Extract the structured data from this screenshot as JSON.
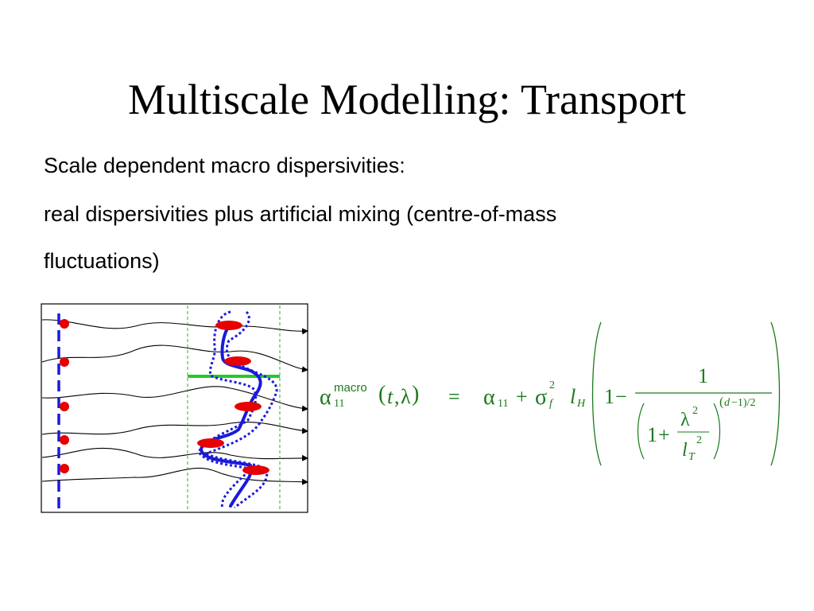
{
  "slide": {
    "title": "Multiscale Modelling: Transport",
    "lines": [
      "Scale dependent macro dispersivities:",
      "real dispersivities plus artificial mixing (centre-of-mass",
      "fluctuations)"
    ]
  },
  "formula": {
    "lhs_symbol": "α",
    "lhs_superscript": "macro",
    "lhs_subscript": "11",
    "lhs_args_open": "(",
    "lhs_arg_t": "t",
    "lhs_arg_comma": ",",
    "lhs_arg_lambda": "λ",
    "lhs_args_close": ")",
    "equals": "=",
    "rhs_alpha": "α",
    "rhs_alpha_sub": "11",
    "plus": "+",
    "sigma": "σ",
    "sigma_sup": "2",
    "sigma_sub": "f",
    "l": "l",
    "l_sub": "H",
    "one": "1",
    "minus": "−",
    "numerator": "1",
    "inner_one": "1",
    "inner_plus": "+",
    "lambda": "λ",
    "lambda_sup": "2",
    "lt": "l",
    "lt_sub": "T",
    "lt_sup": "2",
    "exponent_open": "(",
    "exponent_d": "d",
    "exponent_rest": "−1)/2"
  },
  "colors": {
    "formula": "#1a7a1a",
    "blue": "#1a1adc",
    "red": "#e60000",
    "green": "#22cc22",
    "guide_green": "#33aa33"
  }
}
